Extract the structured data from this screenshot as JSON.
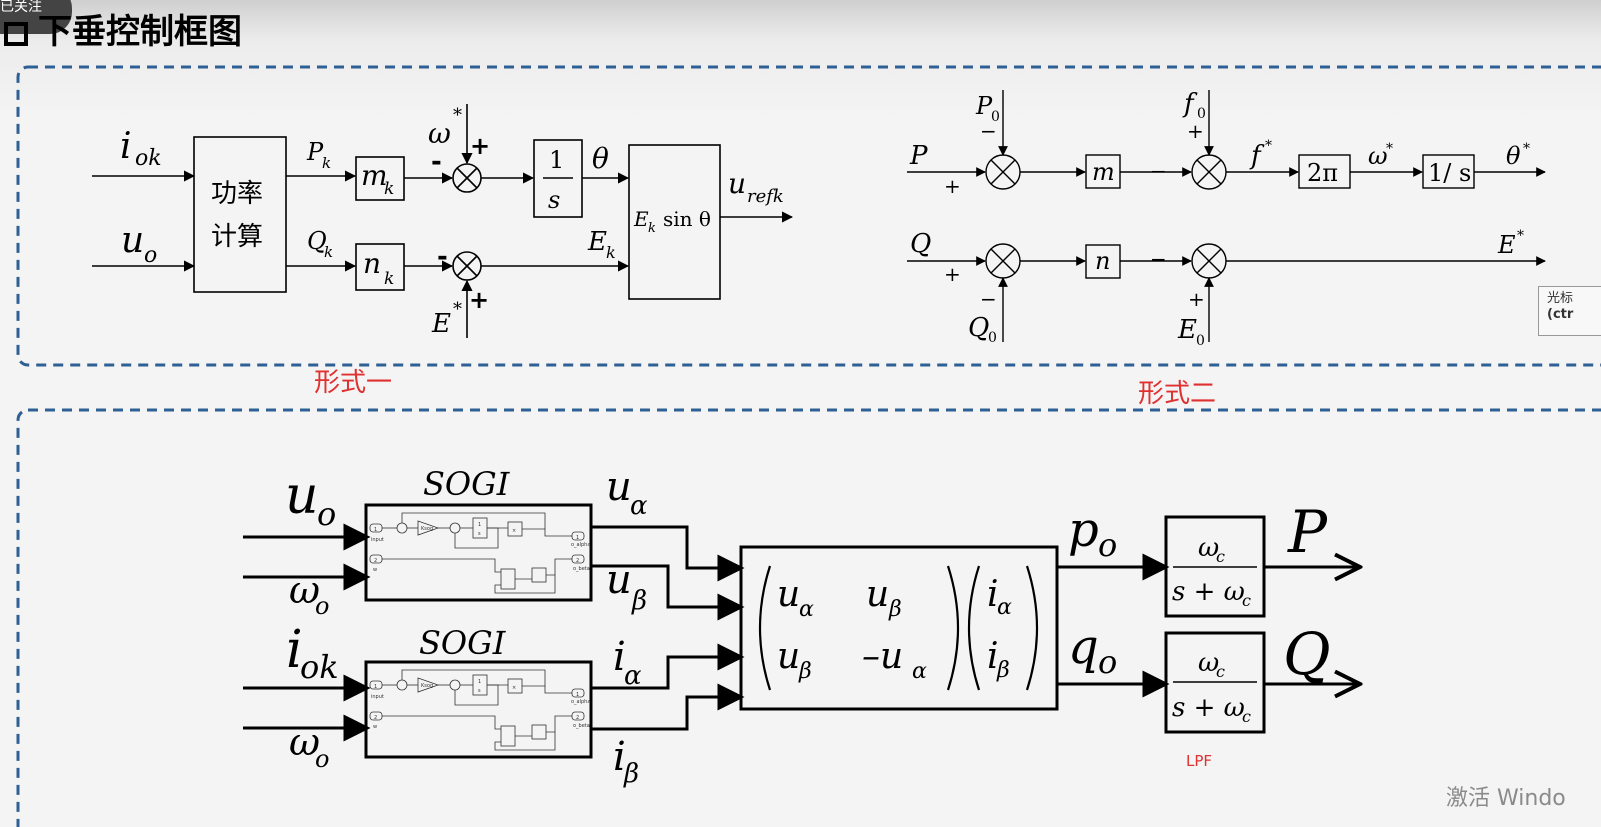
{
  "header": {
    "badge_text": "已关注",
    "title": "下垂控制框图"
  },
  "form1": {
    "caption": "形式一",
    "inputs": {
      "i": "i",
      "i_sub": "ok",
      "u": "u",
      "u_sub": "o"
    },
    "power_block": {
      "line1": "功率",
      "line2": "计算"
    },
    "Pk": {
      "main": "P",
      "sub": "k"
    },
    "Qk": {
      "main": "Q",
      "sub": "k"
    },
    "mk": {
      "main": "m",
      "sub": "k"
    },
    "nk": {
      "main": "n",
      "sub": "k"
    },
    "omega_star": {
      "main": "ω",
      "sup": "*"
    },
    "E_star": {
      "main": "E",
      "sup": "*"
    },
    "plus": "+",
    "minus": "-",
    "integrator": {
      "num": "1",
      "den": "s"
    },
    "theta": "θ",
    "Ek": {
      "main": "E",
      "sub": "k"
    },
    "sin_block": {
      "E": "E",
      "k": "k",
      "rest": "sin θ"
    },
    "uref": {
      "main": "u",
      "sub": "refk"
    }
  },
  "form2": {
    "caption": "形式二",
    "P": "P",
    "Q": "Q",
    "P0": {
      "main": "P",
      "sub": "0"
    },
    "Q0": {
      "main": "Q",
      "sub": "0"
    },
    "f0": {
      "main": "f",
      "sub": "0"
    },
    "E0": {
      "main": "E",
      "sub": "0"
    },
    "m": "m",
    "n": "n",
    "f_star": {
      "main": "f",
      "sup": "*"
    },
    "two_pi": "2π",
    "omega_star": {
      "main": "ω",
      "sup": "*"
    },
    "one_over_s": "1/ s",
    "theta_star": {
      "main": "θ",
      "sup": "*"
    },
    "E_star": {
      "main": "E",
      "sup": "*"
    },
    "plus": "+",
    "minus": "−",
    "minus_short": "−"
  },
  "sogi": {
    "title": "SOGI",
    "inputs_top": {
      "u": "u",
      "u_sub": "o",
      "w": "ω",
      "w_sub": "o"
    },
    "inputs_bot": {
      "i": "i",
      "i_sub": "ok",
      "w": "ω",
      "w_sub": "o"
    },
    "outputs_top": {
      "a": "u",
      "a_sub": "α",
      "b": "u",
      "b_sub": "β"
    },
    "outputs_bot": {
      "a": "i",
      "a_sub": "α",
      "b": "i",
      "b_sub": "β"
    },
    "inner": {
      "in1": "1",
      "in2": "2",
      "input": "input",
      "w": "w",
      "kgain": "Ksog",
      "one": "1",
      "s": "s",
      "mul": "×",
      "out1": "1",
      "out2": "2",
      "alpha": "o_alpha",
      "beta": "o_beta"
    },
    "matrix": {
      "a11": "u",
      "a11_sub": "α",
      "a12": "u",
      "a12_sub": "β",
      "a21": "u",
      "a21_sub": "β",
      "a22": "–u",
      "a22_sub": "α",
      "v1": "i",
      "v1_sub": "α",
      "v2": "i",
      "v2_sub": "β"
    },
    "po": {
      "main": "p",
      "sub": "o"
    },
    "qo": {
      "main": "q",
      "sub": "o"
    },
    "lpf_num": {
      "main": "ω",
      "sub": "c"
    },
    "lpf_den": {
      "main": "s + ω",
      "sub": "c"
    },
    "P": "P",
    "Q": "Q",
    "lpf_caption": "LPF"
  },
  "overlay": {
    "tooltip_line1": "光标",
    "tooltip_line2": "(ctr",
    "watermark": "激活 Windo"
  }
}
